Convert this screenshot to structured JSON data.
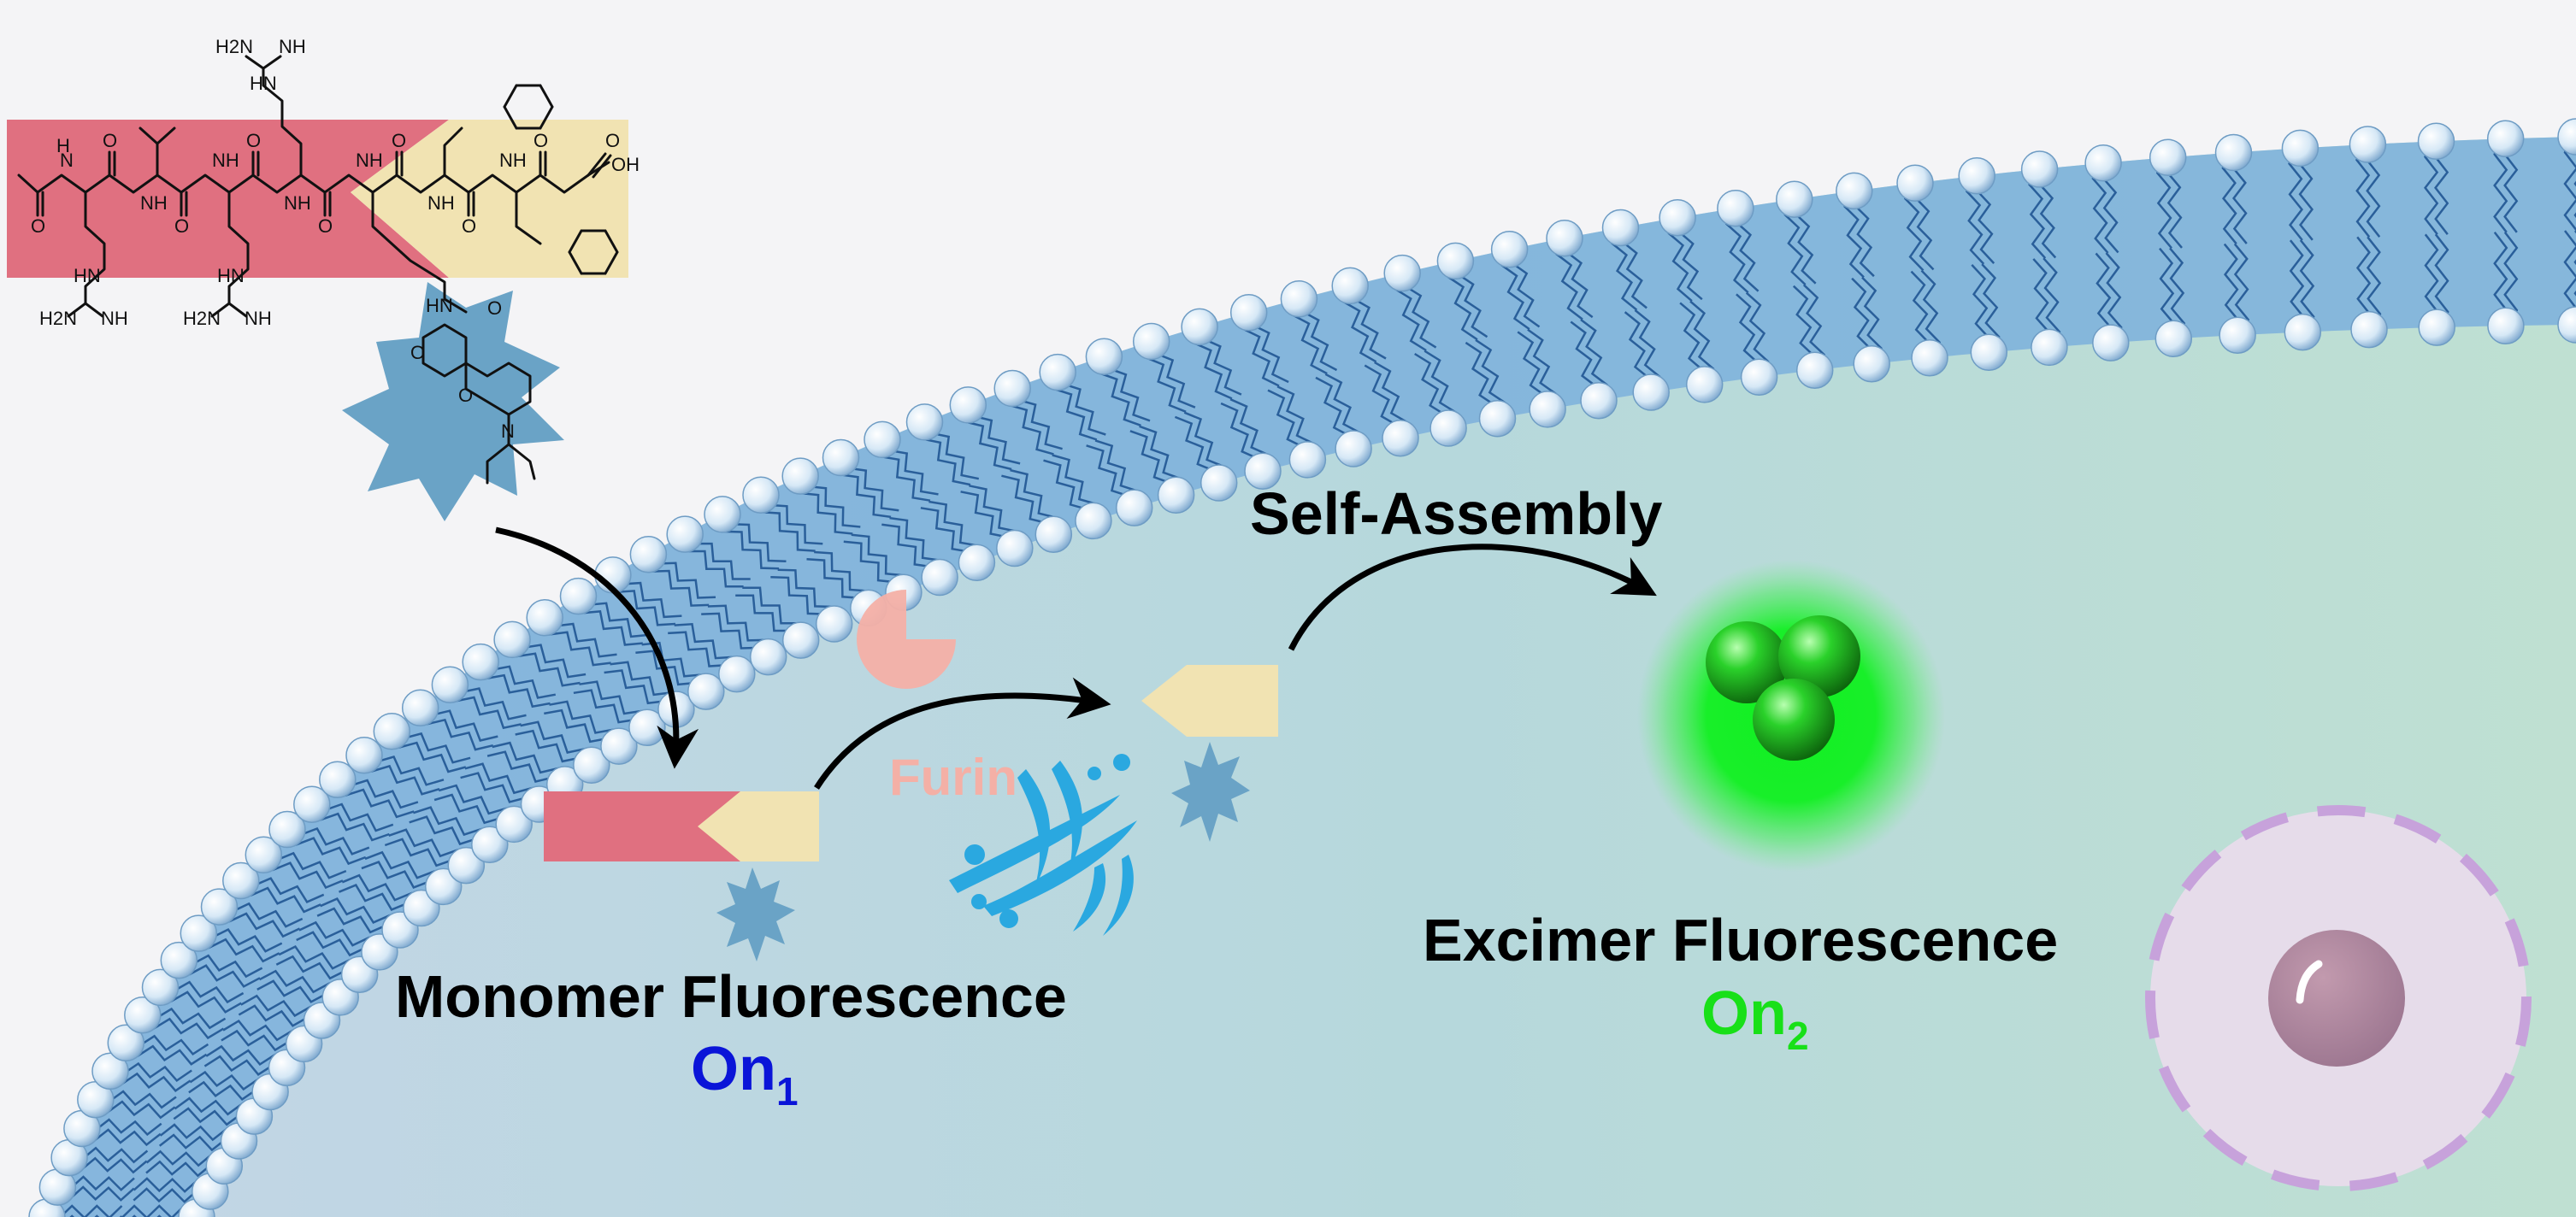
{
  "labels": {
    "self_assembly": "Self-Assembly",
    "furin": "Furin",
    "monomer_title": "Monomer Fluorescence",
    "monomer_on": "On",
    "monomer_sub": "1",
    "excimer_title": "Excimer Fluorescence",
    "excimer_on": "On",
    "excimer_sub": "2"
  },
  "atoms": {
    "nh": "NH",
    "n": "N",
    "h": "H",
    "hn": "HN",
    "h2n": "H2N",
    "o": "O",
    "oh": "OH"
  },
  "colors": {
    "substrate_red": "#e07080",
    "cleaved_yellow": "#f1e3b2",
    "fluorophore_blue": "#6aa3c6",
    "membrane_blue": "#7fb2dc",
    "cytoplasm": "#b8d7dc",
    "excimer_green": "#10f020",
    "monomer_text_blue": "#0a14d8",
    "excimer_text_green": "#18e018",
    "furin_pink": "#f4b0a6",
    "furin_scissors_blue": "#2aa8e0",
    "nucleus_lavender": "#e6dcea",
    "nucleus_dash": "#c7a2db",
    "nucleolus": "#b08aa0"
  },
  "icons": [
    "pacman-enzyme-icon",
    "scissors-cut-icon",
    "fluorophore-star-icon",
    "nanoparticle-sphere-icon",
    "nucleus-icon"
  ]
}
